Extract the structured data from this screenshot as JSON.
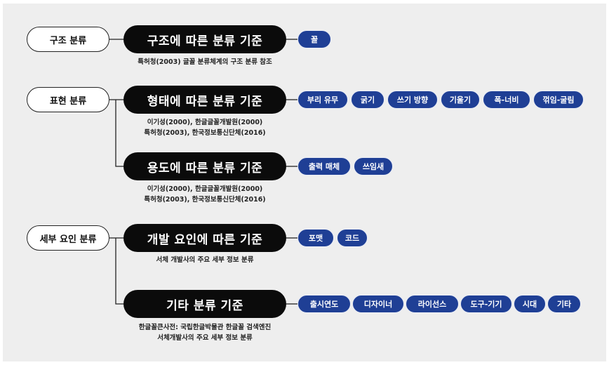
{
  "categories": [
    {
      "label": "구조 분류"
    },
    {
      "label": "표현 분류"
    },
    {
      "label": "세부 요인 분류"
    }
  ],
  "criteria": [
    {
      "title": "구조에 따른 분류 기준",
      "notes": [
        "특허청(2003) 글꼴 분류체계의 구조 분류 참조"
      ],
      "tags": [
        "꼴"
      ]
    },
    {
      "title": "형태에 따른 분류 기준",
      "notes": [
        "이기성(2000), 한글글꼴개발원(2000)",
        "특허청(2003), 한국정보통신단체(2016)"
      ],
      "tags": [
        "부리 유무",
        "굵기",
        "쓰기 방향",
        "기울기",
        "폭-너비",
        "꺾임-굴림"
      ]
    },
    {
      "title": "용도에 따른 분류 기준",
      "notes": [
        "이기성(2000), 한글글꼴개발원(2000)",
        "특허청(2003), 한국정보통신단체(2016)"
      ],
      "tags": [
        "출력 매체",
        "쓰임새"
      ]
    },
    {
      "title": "개발 요인에 따른 기준",
      "notes": [
        "서체 개발사의 주요 세부 정보 분류"
      ],
      "tags": [
        "포맷",
        "코드"
      ]
    },
    {
      "title": "기타 분류 기준",
      "notes": [
        "한글꼴큰사전: 국립한글박물관 한글꼴 검색엔진",
        "서체개발사의 주요 세부 정보 분류"
      ],
      "tags": [
        "출시연도",
        "디자이너",
        "라이선스",
        "도구-기기",
        "시대",
        "기타"
      ]
    }
  ],
  "colors": {
    "pill": "#1f3f95",
    "criterion": "#0b0b0b",
    "background": "#eeeeee"
  }
}
